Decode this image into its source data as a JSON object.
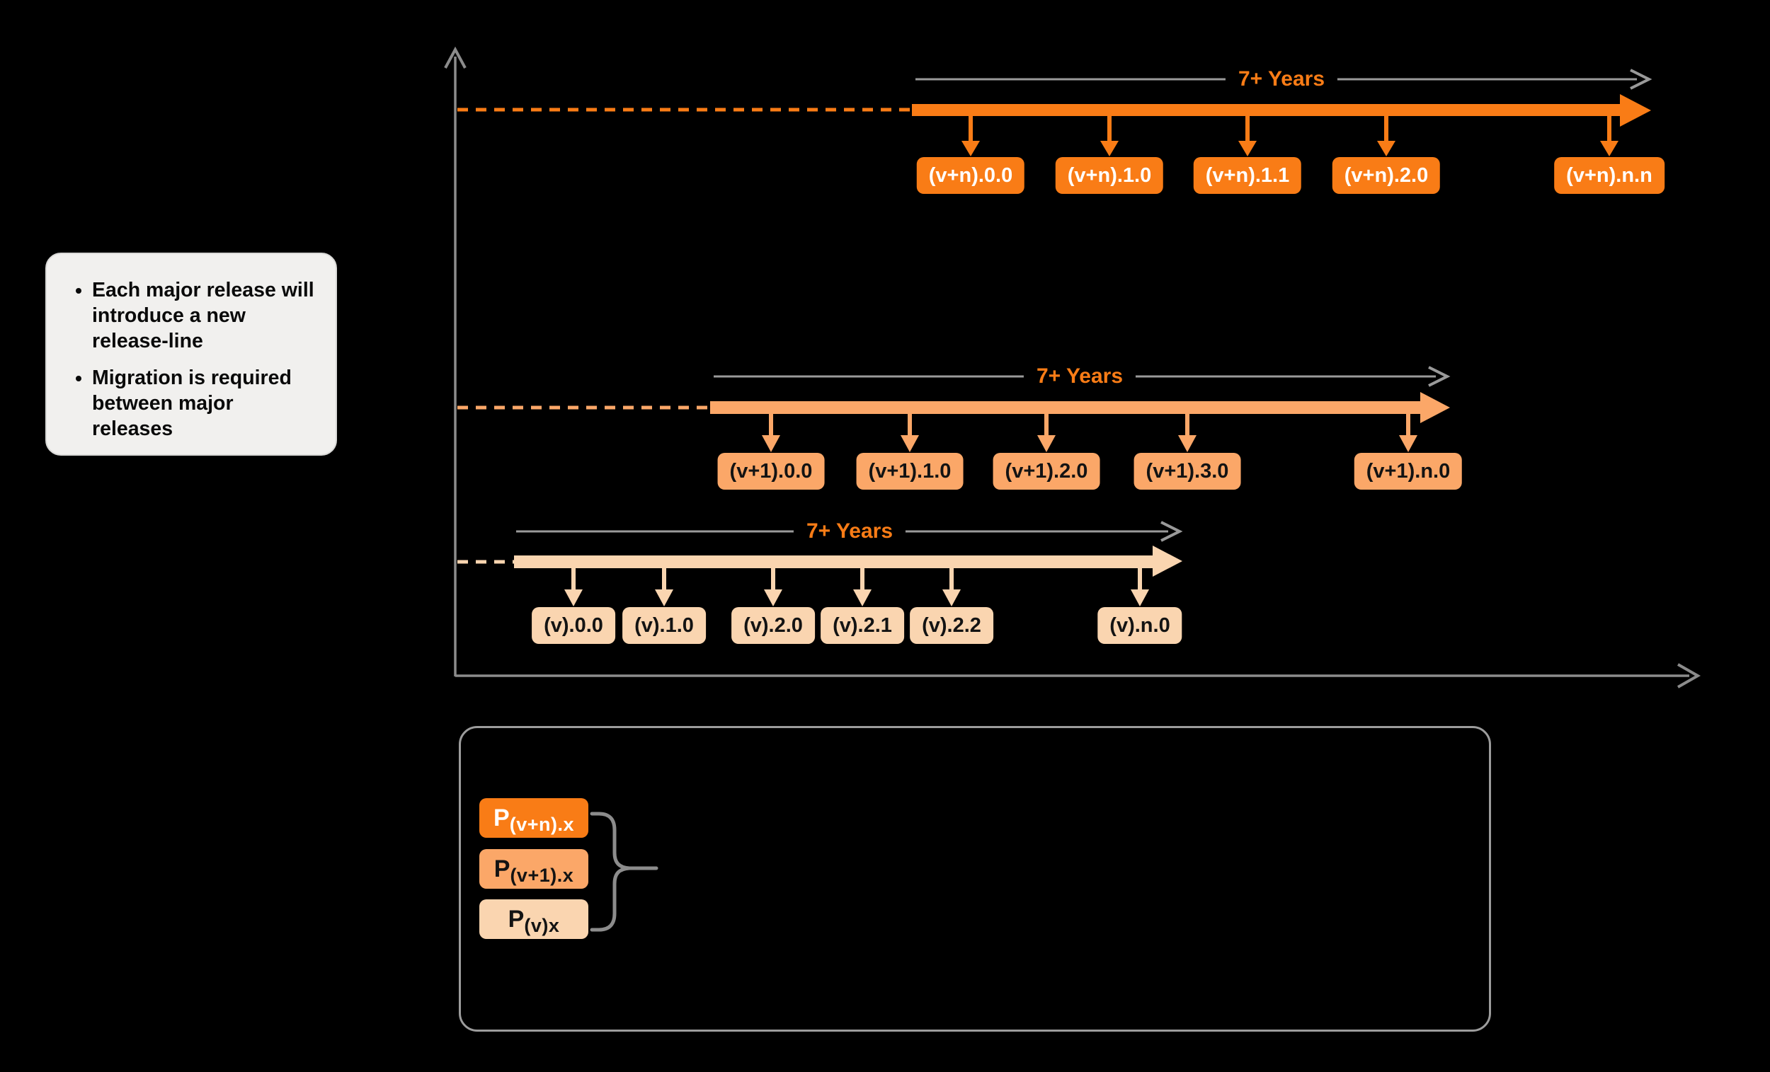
{
  "note": {
    "bullets": [
      "Each major release will introduce a new release-line",
      "Migration is required between major releases"
    ]
  },
  "timelines": [
    {
      "name": "v-plus-n-release-line",
      "duration_label": "7+ Years",
      "color": "#F97C16",
      "releases": [
        "(v+n).0.0",
        "(v+n).1.0",
        "(v+n).1.1",
        "(v+n).2.0",
        "(v+n).n.n"
      ]
    },
    {
      "name": "v-plus-1-release-line",
      "duration_label": "7+ Years",
      "color": "#FBA768",
      "releases": [
        "(v+1).0.0",
        "(v+1).1.0",
        "(v+1).2.0",
        "(v+1).3.0",
        "(v+1).n.0"
      ]
    },
    {
      "name": "v-release-line",
      "duration_label": "7+ Years",
      "color": "#FAD5B0",
      "releases": [
        "(v).0.0",
        "(v).1.0",
        "(v).2.0",
        "(v).2.1",
        "(v).2.2",
        "(v).n.0"
      ]
    }
  ],
  "legend": {
    "items": [
      {
        "main": "P",
        "sub": "(v+n).x",
        "color": "#F97C16"
      },
      {
        "main": "P",
        "sub": "(v+1).x",
        "color": "#FBA768"
      },
      {
        "main": "P",
        "sub": "(v)x",
        "color": "#FAD5B0"
      }
    ]
  },
  "colors": {
    "accent_orange": "#F97C16",
    "mid_orange": "#FBA768",
    "pale_orange": "#FAD5B0",
    "axis_gray": "#8C8C8C",
    "year_line_gray": "#9A9A9A",
    "note_bg": "#F1F0EE",
    "background": "#000000"
  }
}
